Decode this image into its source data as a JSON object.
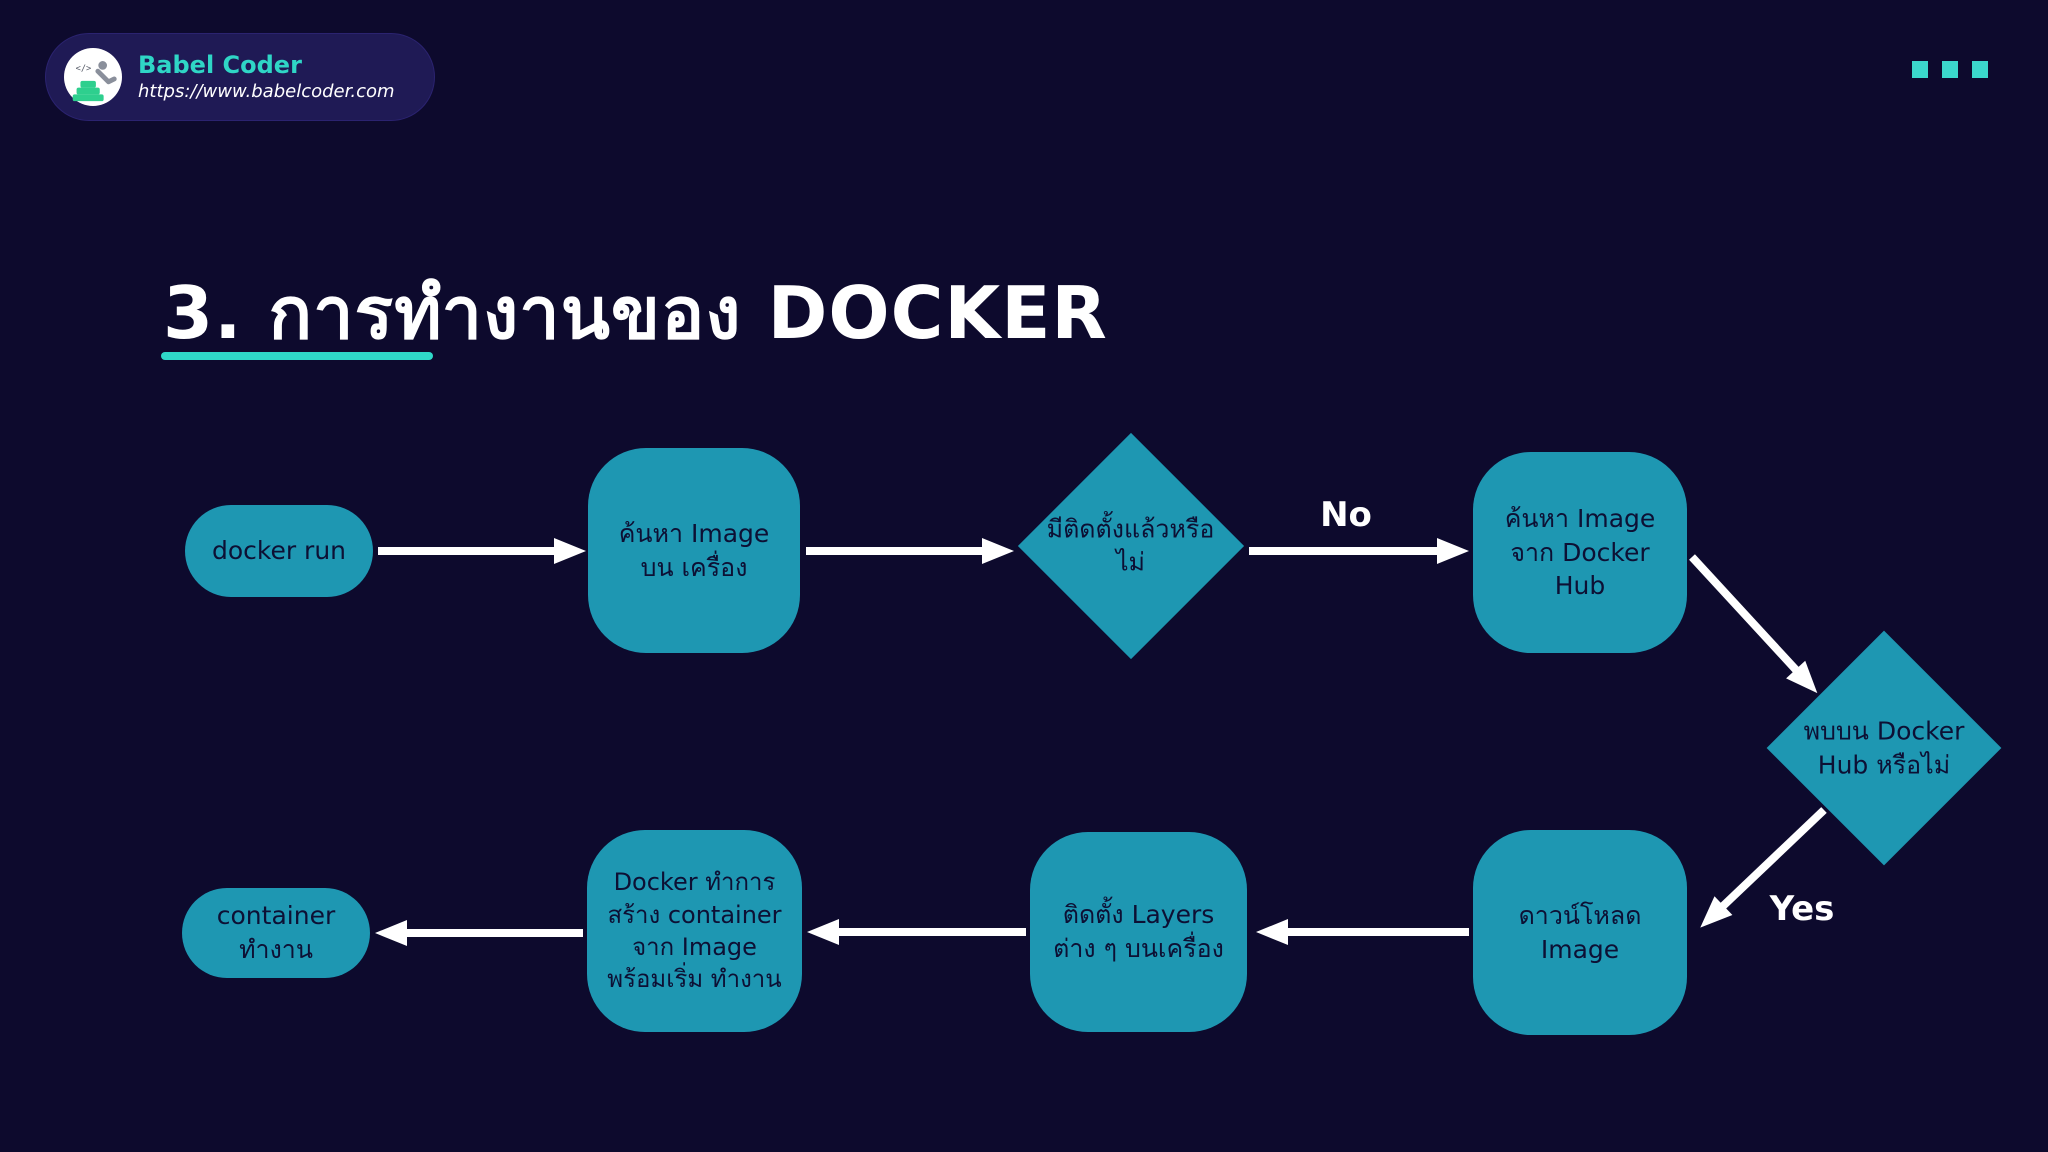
{
  "brand": {
    "name": "Babel Coder",
    "url": "https://www.babelcoder.com",
    "icon": "babelcoder-logo-icon"
  },
  "decoration": {
    "corner_squares_count": 3
  },
  "title": {
    "text": "3. การทำงานของ DOCKER"
  },
  "colors": {
    "background": "#0d0a2d",
    "node_fill": "#1e97b2",
    "node_text": "#0d1034",
    "accent_teal": "#2fd9c9",
    "arrow": "#ffffff",
    "brand_pill_background": "#1f1a55",
    "title_text": "#ffffff"
  },
  "flowchart": {
    "nodes": [
      {
        "id": "start",
        "shape": "stadium",
        "label": "docker run"
      },
      {
        "id": "search-local",
        "shape": "rounded-rect",
        "label": "ค้นหา Image บน เครื่อง"
      },
      {
        "id": "installed-check",
        "shape": "diamond",
        "label": "มีติดตั้งแล้วหรือ ไม่"
      },
      {
        "id": "search-hub",
        "shape": "rounded-rect",
        "label": "ค้นหา Image จาก Docker Hub"
      },
      {
        "id": "found-on-hub",
        "shape": "diamond",
        "label": "พบบน Docker Hub หรือไม่"
      },
      {
        "id": "download-image",
        "shape": "rounded-rect",
        "label": "ดาวน์โหลด Image"
      },
      {
        "id": "install-layers",
        "shape": "rounded-rect",
        "label": "ติดตั้ง Layers ต่าง ๆ บนเครื่อง"
      },
      {
        "id": "create-container",
        "shape": "rounded-rect",
        "label": "Docker ทำการสร้าง container จาก Image พร้อมเริ่ม ทำงาน"
      },
      {
        "id": "container-runs",
        "shape": "stadium",
        "label": "container ทำงาน"
      }
    ],
    "edge_labels": {
      "no": "No",
      "yes": "Yes"
    }
  }
}
